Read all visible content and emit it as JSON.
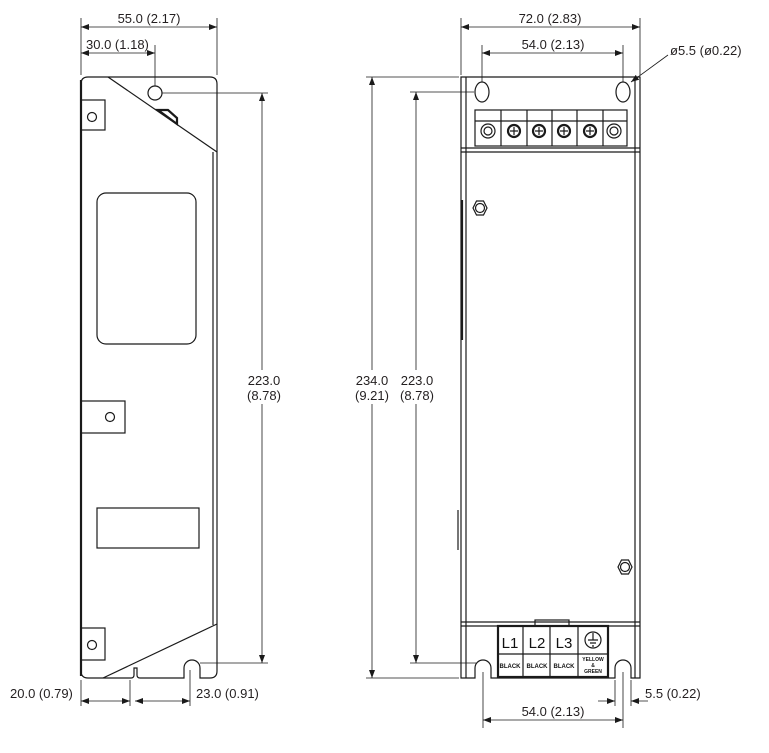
{
  "side_view": {
    "dims": {
      "overall_width": "55.0 (2.17)",
      "hole_offset": "30.0 (1.18)",
      "hole_spacing_1": "223.0",
      "hole_spacing_2": "(8.78)",
      "bottom_left": "20.0 (0.79)",
      "bottom_slot": "23.0 (0.91)"
    }
  },
  "front_view": {
    "dims": {
      "overall_width": "72.0 (2.83)",
      "hole_spacing_top": "54.0 (2.13)",
      "hole_diameter": "ø5.5 (ø0.22)",
      "overall_height_1": "234.0",
      "overall_height_2": "(9.21)",
      "hole_pitch_1": "223.0",
      "hole_pitch_2": "(8.78)",
      "hole_spacing_bottom": "54.0 (2.13)",
      "slot_width": "5.5 (0.22)"
    },
    "terminals": [
      {
        "label": "L1",
        "color": "BLACK"
      },
      {
        "label": "L2",
        "color": "BLACK"
      },
      {
        "label": "L3",
        "color": "BLACK"
      }
    ],
    "ground_color_1": "YELLOW",
    "ground_color_2": "&",
    "ground_color_3": "GREEN"
  }
}
